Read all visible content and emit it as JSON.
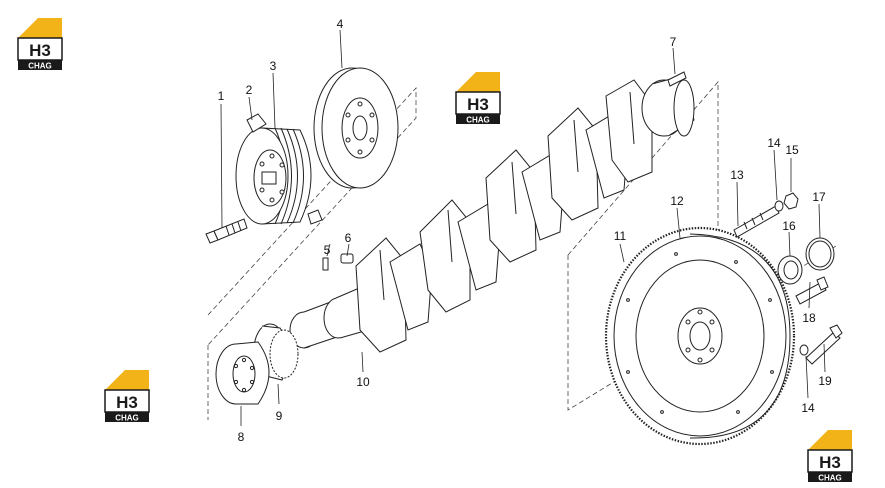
{
  "watermark": {
    "letters": "H3",
    "word": "CHAG",
    "colors": {
      "roof": "#f2b318",
      "dark": "#1a1a1a",
      "light": "#ffffff"
    }
  },
  "callouts": [
    {
      "label": "1"
    },
    {
      "label": "2"
    },
    {
      "label": "3"
    },
    {
      "label": "4"
    },
    {
      "label": "5"
    },
    {
      "label": "6"
    },
    {
      "label": "7"
    },
    {
      "label": "8"
    },
    {
      "label": "9"
    },
    {
      "label": "10"
    },
    {
      "label": "11"
    },
    {
      "label": "12"
    },
    {
      "label": "13"
    },
    {
      "label": "14"
    },
    {
      "label": "15"
    },
    {
      "label": "16"
    },
    {
      "label": "17"
    },
    {
      "label": "18"
    },
    {
      "label": "19"
    },
    {
      "label": "14"
    }
  ]
}
